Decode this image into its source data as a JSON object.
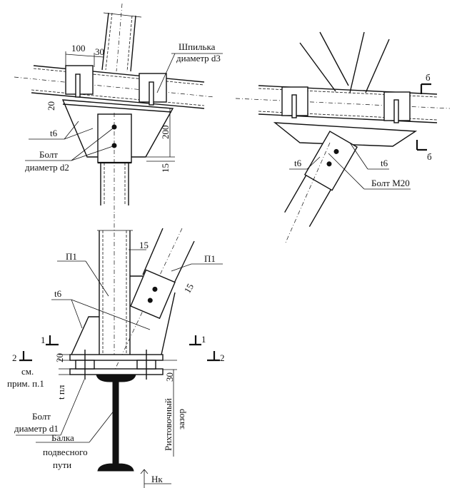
{
  "view_top_left": {
    "dim_100": "100",
    "dim_30": "30",
    "stud_label_1": "Шпилька",
    "stud_label_2": "диаметр d3",
    "dim_20": "20",
    "plate_t6": "t6",
    "bolt_label_1": "Болт",
    "bolt_label_2": "диаметр d2",
    "dim_200": "200",
    "dim_15": "15"
  },
  "view_top_right": {
    "section_b_top": "б",
    "section_b_bottom": "б",
    "plate_t6_left": "t6",
    "plate_t6_right": "t6",
    "bolt_label": "Болт М20"
  },
  "view_bottom": {
    "member_p1_left": "П1",
    "member_p1_right": "П1",
    "dim_15_top": "15",
    "dim_15_diag": "15",
    "plate_t6": "t6",
    "section_1_left": "1",
    "section_1_right": "1",
    "section_2_left": "2",
    "section_2_right": "2",
    "note_1": "см.",
    "note_2": "прим. п.1",
    "dim_20": "20",
    "dim_tpl": "t пл",
    "dim_30": "30",
    "bolt_label_1": "Болт",
    "bolt_label_2": "диаметр d1",
    "beam_label_1": "Балка",
    "beam_label_2": "подвесного",
    "beam_label_3": "пути",
    "gap_label_1": "Рихтовочный",
    "gap_label_2": "зазор",
    "level_label": "Нк"
  }
}
